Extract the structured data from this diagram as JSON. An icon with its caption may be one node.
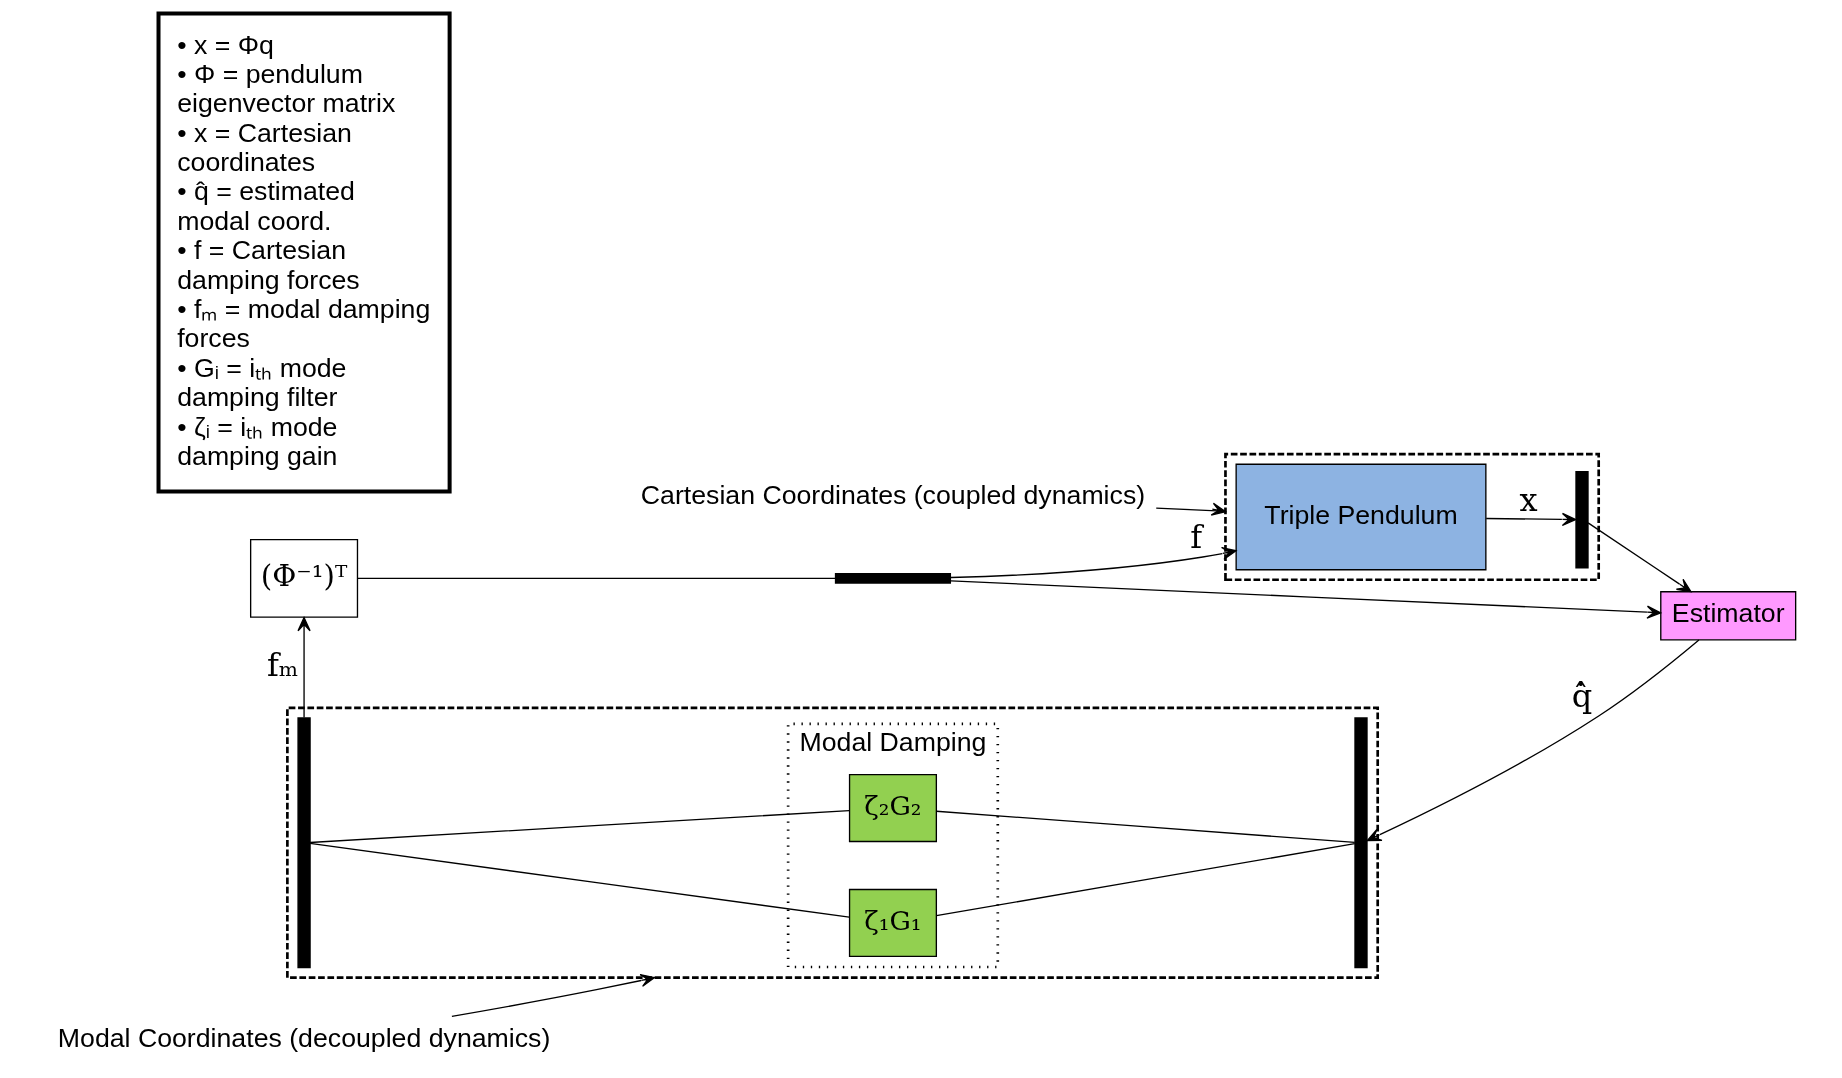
{
  "diagram": {
    "nodes": [
      {
        "text": [
          "Cartesian Coordinates (coupled dynamics)"
        ]
      },
      {
        "text": [],
        "shape": "box"
      },
      {
        "text": [
          "Triple Pendulum"
        ],
        "in": 1
      },
      {
        "text": [],
        "shape": "bar",
        "in": 1
      },
      {
        "text": [],
        "shape": "bar"
      },
      {
        "text": [
          "(Φ⁻¹)ᵀ"
        ]
      },
      {
        "text": [
          "Estimator"
        ]
      },
      {
        "text": [
          "Modal Coordinates (decoupled dynamics)"
        ]
      },
      {
        "text": [],
        "shape": "box"
      },
      {
        "text": [
          "Modal Damping"
        ],
        "in": 8
      },
      {
        "text": [],
        "shape": "bar",
        "in": 8
      },
      {
        "text": [],
        "shape": "bar",
        "in": 8
      },
      {
        "text": [
          "ζ₁G₁"
        ],
        "in": 9
      },
      {
        "text": [
          "ζ₂G₂"
        ],
        "in": 9
      },
      {
        "text": [
          "• x = Φq",
          "• Φ = pendulum eigenvector matrix",
          "• x = Cartesian coordinates",
          "• q̂ = estimated modal coord.",
          "• f = Cartesian damping forces",
          "• fₘ = modal damping forces",
          "• Gᵢ = iₜₕ mode damping filter",
          "• ζᵢ = iₜₕ mode damping gain"
        ]
      }
    ],
    "edges": [
      {
        "from": 0,
        "to": 1,
        "arrow": "to"
      },
      {
        "from": 7,
        "to": 8,
        "arrow": "to"
      },
      {
        "from": 4,
        "to": 2,
        "arrow": "to",
        "label": "f"
      },
      {
        "from": 4,
        "to": 6,
        "arrow": "to"
      },
      {
        "from": 2,
        "to": 3,
        "arrow": "to",
        "label": "x"
      },
      {
        "from": 3,
        "to": 6,
        "arrow": "to"
      },
      {
        "from": 6,
        "to": 11,
        "arrow": "to",
        "label": "q̂̇"
      },
      {
        "from": 10,
        "to": 12,
        "arrow": "none"
      },
      {
        "from": 10,
        "to": 13,
        "arrow": "none"
      },
      {
        "from": 12,
        "to": 11,
        "arrow": "none"
      },
      {
        "from": 13,
        "to": 11,
        "arrow": "none"
      },
      {
        "from": 10,
        "to": 5,
        "arrow": "to",
        "label": "fₘ"
      },
      {
        "from": 5,
        "to": 4,
        "arrow": "none"
      }
    ]
  }
}
